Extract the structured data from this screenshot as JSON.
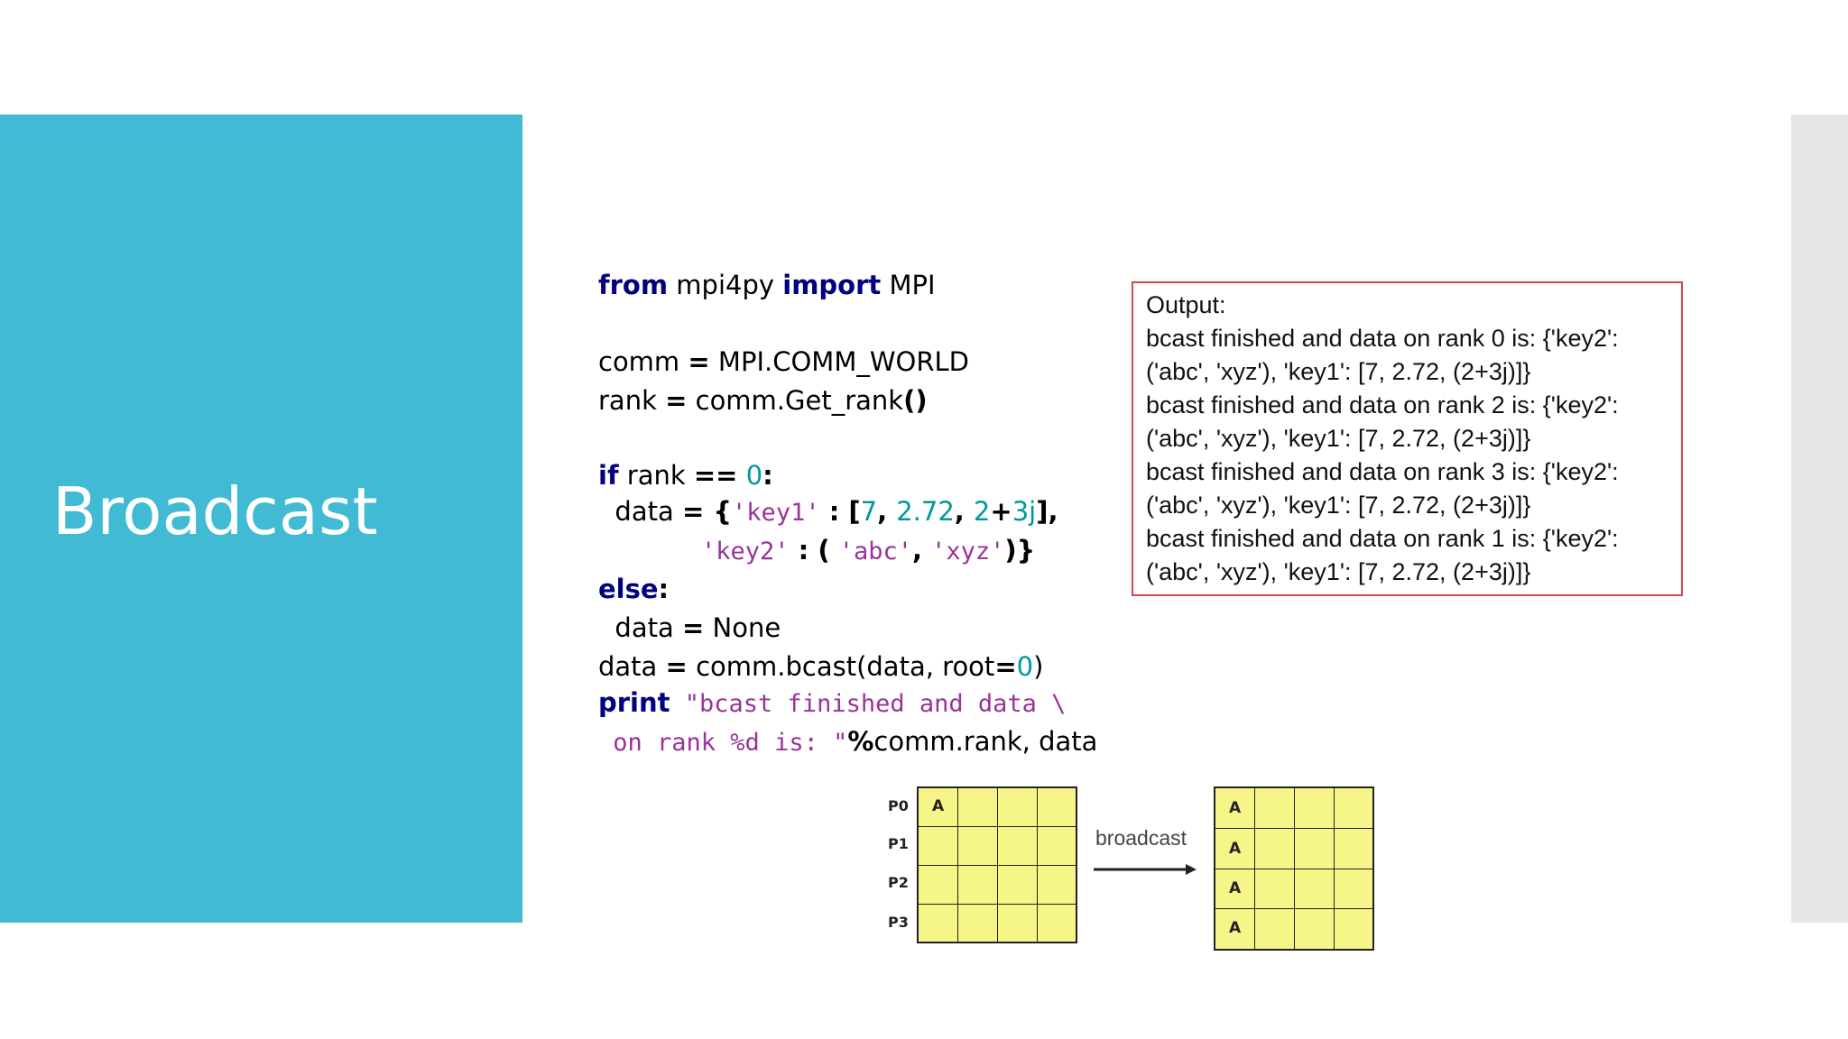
{
  "slide": {
    "title": "Broadcast",
    "colors": {
      "accent": "#41bad4",
      "strip": "#e6e6e6",
      "output_border": "#d04a4a"
    }
  },
  "code": {
    "line1": {
      "kw1": "from",
      "t1": " mpi4py ",
      "kw2": "import",
      "t2": " MPI"
    },
    "line2": {
      "a": "comm ",
      "op": "=",
      "b": " MPI.COMM_WORLD"
    },
    "line3": {
      "a": "rank ",
      "op": "=",
      "b": " comm.Get_rank",
      "paren": "()"
    },
    "line4": {
      "kw": "if",
      "a": " rank ",
      "op": "==",
      "sp": " ",
      "num": "0",
      "colon": ":"
    },
    "line5": {
      "a": "  data ",
      "op": "=",
      "b": " {",
      "s1": "'key1'",
      "c": " : [",
      "n1": "7",
      "d": ", ",
      "n2": "2.72",
      "e": ", ",
      "n3": "2",
      "plus": "+",
      "n4": "3j",
      "f": "],"
    },
    "line6": {
      "s1": "'key2'",
      "c": " : ( ",
      "s2": "'abc'",
      "d": ", ",
      "s3": "'xyz'",
      "e": ")}"
    },
    "line7": {
      "kw": "else",
      "colon": ":"
    },
    "line8": {
      "a": "  data ",
      "op": "=",
      "b": " None"
    },
    "line9": {
      "a": "data ",
      "op": "=",
      "b": " comm.bcast(data, root",
      "eq": "=",
      "num": "0",
      "c": ")"
    },
    "line10": {
      "kw": "print",
      "s": " \"bcast finished and data \\"
    },
    "line11": {
      "s": " on rank %d is: \"",
      "pct": "%",
      "b": "comm.rank, data"
    }
  },
  "output": {
    "lines": [
      "Output:",
      "bcast finished and data on rank 0 is:  {'key2':",
      "('abc', 'xyz'), 'key1': [7, 2.72, (2+3j)]}",
      "bcast finished and data on rank 2 is:  {'key2':",
      "('abc', 'xyz'), 'key1': [7, 2.72, (2+3j)]}",
      "bcast finished and data on rank 3 is:  {'key2':",
      "('abc', 'xyz'), 'key1': [7, 2.72, (2+3j)]}",
      "bcast finished and data on rank 1 is:  {'key2':",
      "('abc', 'xyz'), 'key1': [7, 2.72, (2+3j)]}"
    ]
  },
  "diagram": {
    "process_labels": [
      "P0",
      "P1",
      "P2",
      "P3"
    ],
    "cell_value": "A",
    "arrow_label": "broadcast",
    "colors": {
      "cell_fill": "#f5f588",
      "line": "#222222"
    }
  }
}
